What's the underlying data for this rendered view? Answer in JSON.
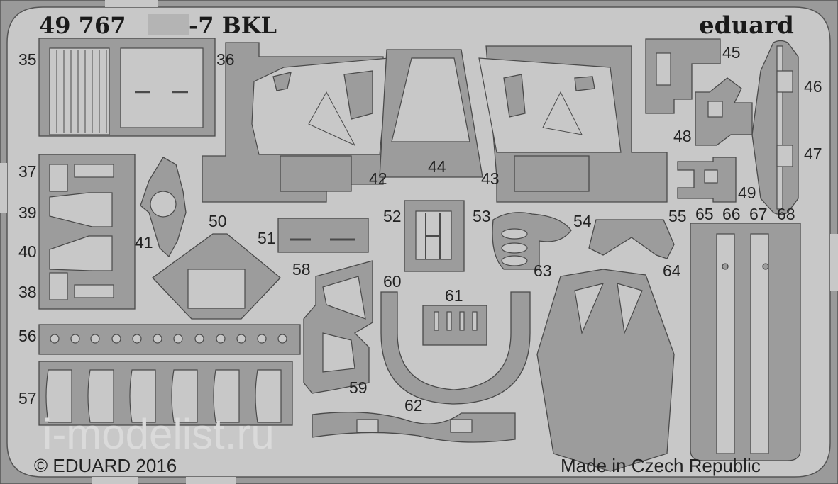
{
  "fret": {
    "title_prefix": "49 767",
    "title_suffix": "-7 BKL",
    "brand": "eduard",
    "copyright": "© EDUARD 2016",
    "origin": "Made in Czech Republic",
    "watermark": "i-modelist.ru"
  },
  "part_numbers": {
    "p35": "35",
    "p36": "36",
    "p37": "37",
    "p38": "38",
    "p39": "39",
    "p40": "40",
    "p41": "41",
    "p42": "42",
    "p43": "43",
    "p44": "44",
    "p45": "45",
    "p46": "46",
    "p47": "47",
    "p48": "48",
    "p49": "49",
    "p50": "50",
    "p51": "51",
    "p52": "52",
    "p53": "53",
    "p54": "54",
    "p55": "55",
    "p56": "56",
    "p57": "57",
    "p58": "58",
    "p59": "59",
    "p60": "60",
    "p61": "61",
    "p62": "62",
    "p63": "63",
    "p64": "64",
    "p65": "65",
    "p66": "66",
    "p67": "67",
    "p68": "68"
  },
  "colors": {
    "sheet": "#c8c8c8",
    "metal": "#9c9c9c",
    "outline": "#4a4a4a",
    "text": "#222222"
  }
}
